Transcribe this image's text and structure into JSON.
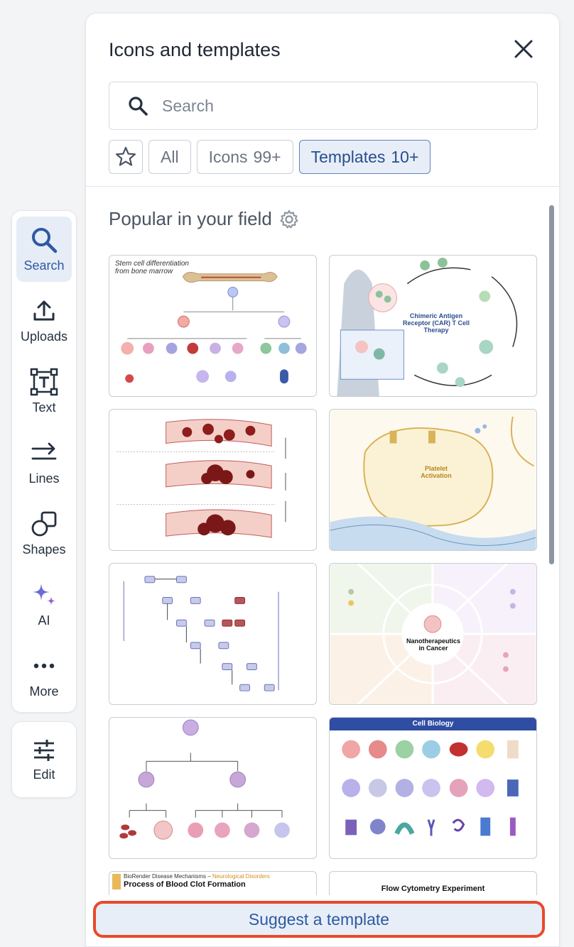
{
  "toolbar": {
    "items": [
      {
        "label": "Search",
        "icon": "search-icon",
        "active": true
      },
      {
        "label": "Uploads",
        "icon": "upload-icon"
      },
      {
        "label": "Text",
        "icon": "text-icon"
      },
      {
        "label": "Lines",
        "icon": "lines-icon"
      },
      {
        "label": "Shapes",
        "icon": "shapes-icon"
      },
      {
        "label": "AI",
        "icon": "sparkle-icon"
      },
      {
        "label": "More",
        "icon": "more-icon"
      }
    ],
    "edit": {
      "label": "Edit",
      "icon": "sliders-icon"
    }
  },
  "panel": {
    "title": "Icons and templates",
    "search": {
      "placeholder": "Search",
      "value": ""
    },
    "filters": {
      "all": "All",
      "icons": {
        "label": "Icons",
        "count": "99+"
      },
      "templates": {
        "label": "Templates",
        "count": "10+",
        "active": true
      }
    },
    "section_title": "Popular in your field",
    "templates": [
      {
        "caption": "Stem cell differentiation from bone marrow"
      },
      {
        "caption": "Chimeric Antigen Receptor (CAR) T Cell Therapy"
      },
      {
        "caption": ""
      },
      {
        "caption": "Platelet Activation"
      },
      {
        "caption": ""
      },
      {
        "caption": "Nanotherapeutics in Cancer"
      },
      {
        "caption": ""
      },
      {
        "caption": "Cell Biology"
      }
    ],
    "partial_templates": [
      {
        "subtitle": "BioRender Disease Mechanisms –",
        "subtitle_accent": "Neurological Disorders",
        "title": "Process of Blood Clot Formation"
      },
      {
        "title": "Flow Cytometry Experiment"
      }
    ],
    "suggest_button": "Suggest a template"
  },
  "colors": {
    "accent": "#2c5aa0",
    "active_bg": "#e8eef8",
    "highlight_border": "#e84a2b"
  }
}
